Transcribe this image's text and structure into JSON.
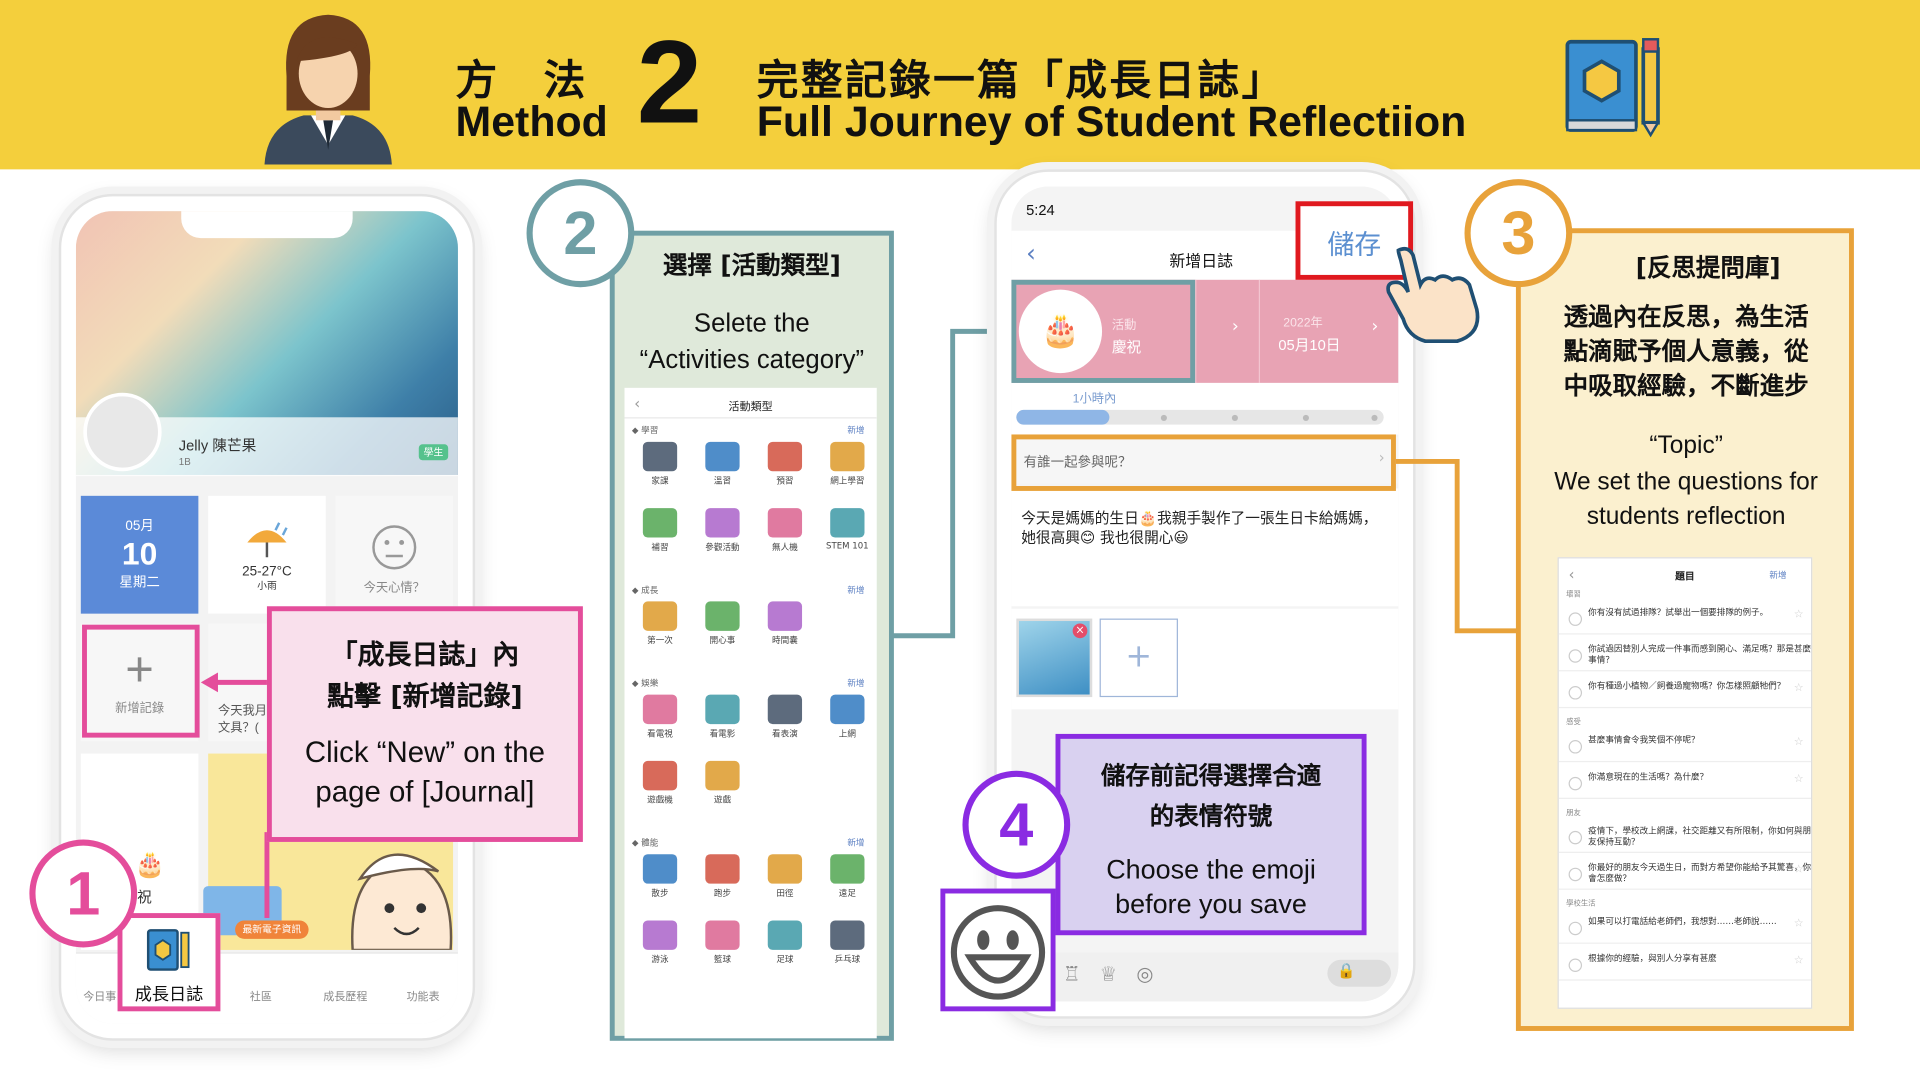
{
  "header": {
    "method_cjk": "方　法",
    "method_en": "Method",
    "method_number": "2",
    "title_cjk": "完整記錄一篇「成長日誌」",
    "title_en": "Full Journey of Student Reflectiion"
  },
  "step1": {
    "badge": "1",
    "callout_cjk_line1": "「成長日誌」內",
    "callout_cjk_line2": "點擊 [新增記錄]",
    "callout_en_line1": "Click “New” on the",
    "callout_en_line2": "page of [Journal]",
    "profile_name": "Jelly 陳芒果",
    "profile_class": "1B",
    "profile_role": "學生",
    "date_month": "05月",
    "date_day": "10",
    "date_weekday": "星期二",
    "weather_temp": "25-27°C",
    "weather_desc": "小雨",
    "mood_label": "今天心情？",
    "new_record_label": "新增記錄",
    "partial_text_1": "今天我月",
    "partial_text_2": "文具？(",
    "card_label_partial": "祝",
    "card_tag": "最新電子資訊",
    "nav": [
      {
        "label": "今日事"
      },
      {
        "label": "成長日誌"
      },
      {
        "label": "社區"
      },
      {
        "label": "成長歷程"
      },
      {
        "label": "功能表"
      }
    ]
  },
  "step2": {
    "badge": "2",
    "title_cjk": "選擇 [活動類型]",
    "title_en_line1": "Selete the",
    "title_en_line2": "“Activities category”",
    "screen_title": "活動類型",
    "new_label": "新增",
    "sections": [
      {
        "name": "學習",
        "items": [
          "家課",
          "溫習",
          "預習",
          "網上學習",
          "補習",
          "參觀活動",
          "無人機",
          "STEM 101"
        ]
      },
      {
        "name": "成長",
        "items": [
          "第一次",
          "開心事",
          "時間囊"
        ]
      },
      {
        "name": "娛樂",
        "items": [
          "看電視",
          "看電影",
          "看表演",
          "上網",
          "遊戲機",
          "遊戲"
        ]
      },
      {
        "name": "體能",
        "items": [
          "散步",
          "跑步",
          "田徑",
          "遠足",
          "游泳",
          "籃球",
          "足球",
          "乒乓球"
        ]
      }
    ]
  },
  "step3_phone": {
    "time": "5:24",
    "screen_title": "新增日誌",
    "save_label": "儲存",
    "activity_label": "活動",
    "activity_value": "慶祝",
    "date_year": "2022年",
    "date_value": "05月10日",
    "duration_label": "1小時內",
    "participants_placeholder": "有誰一起參與呢？",
    "journal_text": "今天是媽媽的生日🎂我親手製作了一張生日卡給媽媽，她很高興😊 我也很開心😃"
  },
  "step3": {
    "badge": "3",
    "title_cjk": "[反思提問庫]",
    "desc_cjk_line1": "透過內在反思，為生活",
    "desc_cjk_line2": "點滴賦予個人意義，從",
    "desc_cjk_line3": "中吸取經驗，不斷進步",
    "topic_label": "“Topic”",
    "desc_en_line1": "We set the questions for",
    "desc_en_line2": "students reflection",
    "screen_title": "題目",
    "new_label": "新增",
    "sections": [
      {
        "name": "壞習",
        "questions": [
          "你有沒有試過排隊？試舉出一個要排隊的例子。",
          "你試過因替別人完成一件事而感到開心、滿足嗎？那是甚麼事情？",
          "你有種過小植物／飼養過寵物嗎？你怎樣照顧牠們？"
        ]
      },
      {
        "name": "感受",
        "questions": [
          "甚麼事情會令我笑個不停呢？",
          "你滿意現在的生活嗎？為什麼？"
        ]
      },
      {
        "name": "朋友",
        "questions": [
          "疫情下，學校改上網課，社交距離又有所限制，你如何與朋友保持互動？",
          "你最好的朋友今天過生日，而對方希望你能給予其驚喜，你會怎麼做？"
        ]
      },
      {
        "name": "學校生活",
        "questions": [
          "如果可以打電話給老師們，我想對……老師說……",
          "根據你的經驗，與別人分享有甚麼"
        ]
      }
    ]
  },
  "step4": {
    "badge": "4",
    "callout_cjk_line1": "儲存前記得選擇合適",
    "callout_cjk_line2": "的表情符號",
    "callout_en_line1": "Choose the emoji",
    "callout_en_line2": "before you save"
  },
  "colors": {
    "header_bg": "#f4cf3c",
    "pink": "#e44d9b",
    "teal": "#6f9fa5",
    "red": "#e0191f",
    "orange": "#e8a23a",
    "purple": "#8a2be2",
    "date_card_blue": "#5b8ad8",
    "activity_pink": "#e8a3b4"
  }
}
